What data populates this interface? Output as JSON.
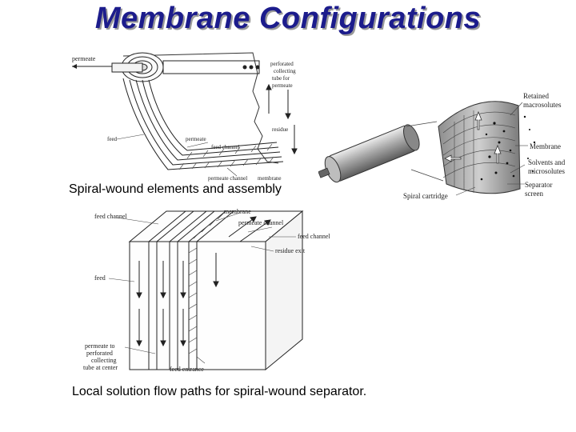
{
  "title": "Membrane Configurations",
  "figure_spiral": {
    "labels": {
      "permeate": "permeate",
      "perforated": "perforated",
      "collecting": "collecting",
      "tube_for": "tube for",
      "permeate_tube": "permeate",
      "feed": "feed",
      "permeate_lower": "permeate",
      "feed_channel": "feed channel",
      "residue": "residue",
      "permeate_channel": "permeate channel",
      "membrane": "membrane"
    },
    "caption": "Spiral-wound elements and assembly"
  },
  "figure_cartridge": {
    "labels": {
      "retained": "Retained",
      "macrosolutes": "macrosolutes",
      "membrane": "Membrane",
      "solvents_and": "Solvents and",
      "microsolutes": "microsolutes",
      "separator": "Separator",
      "screen": "screen",
      "spiral_cartridge": "Spiral cartridge"
    }
  },
  "figure_flow": {
    "labels": {
      "feed_channel": "feed channel",
      "membrane": "membrane",
      "permeate_channel": "permeate channel",
      "feed_channel_right": "feed channel",
      "residue_exit": "residue exit",
      "feed": "feed",
      "permeate_to": "permeate to",
      "perforated": "perforated",
      "collecting": "collecting",
      "tube_at_center": "tube at center",
      "feed_entrance": "feed entrance"
    },
    "caption": "Local solution flow paths for spiral-wound separator."
  }
}
